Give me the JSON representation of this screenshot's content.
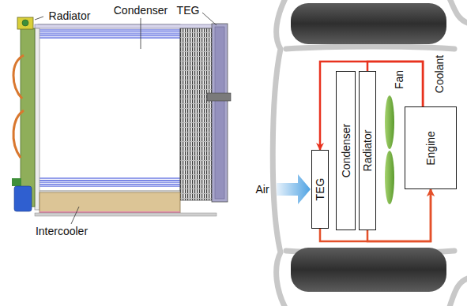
{
  "diagram": {
    "nodes": [
      {
        "text": [
          "TEG"
        ]
      },
      {
        "text": [
          "Condenser"
        ]
      },
      {
        "text": [
          "Radiator"
        ]
      },
      {
        "text": [
          "Engine"
        ]
      }
    ],
    "edges": [
      {
        "from": 3,
        "to": 0,
        "arrow": "to"
      },
      {
        "from": 3,
        "to": 2,
        "arrow": "none"
      },
      {
        "from": 0,
        "to": 3,
        "arrow": "to"
      },
      {
        "from": 2,
        "to": 3,
        "arrow": "to"
      }
    ],
    "labels": [
      "Radiator",
      "Condenser",
      "TEG",
      "Intercooler",
      "Air",
      "Fan",
      "Coolant"
    ]
  }
}
